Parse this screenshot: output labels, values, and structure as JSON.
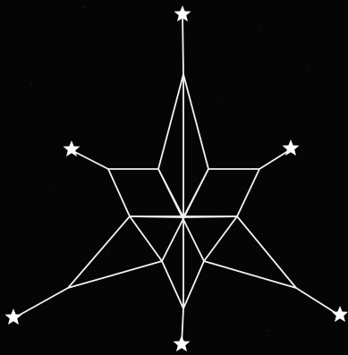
{
  "colors": {
    "background": "#050505",
    "line": "#f2f2f2",
    "star": "#ffffff",
    "speckle": "#2a2a2a"
  },
  "figure": {
    "stars": [
      {
        "name": "star-top"
      },
      {
        "name": "star-left"
      },
      {
        "name": "star-right"
      },
      {
        "name": "star-bottom-left"
      },
      {
        "name": "star-bottom"
      },
      {
        "name": "star-bottom-right"
      }
    ]
  }
}
